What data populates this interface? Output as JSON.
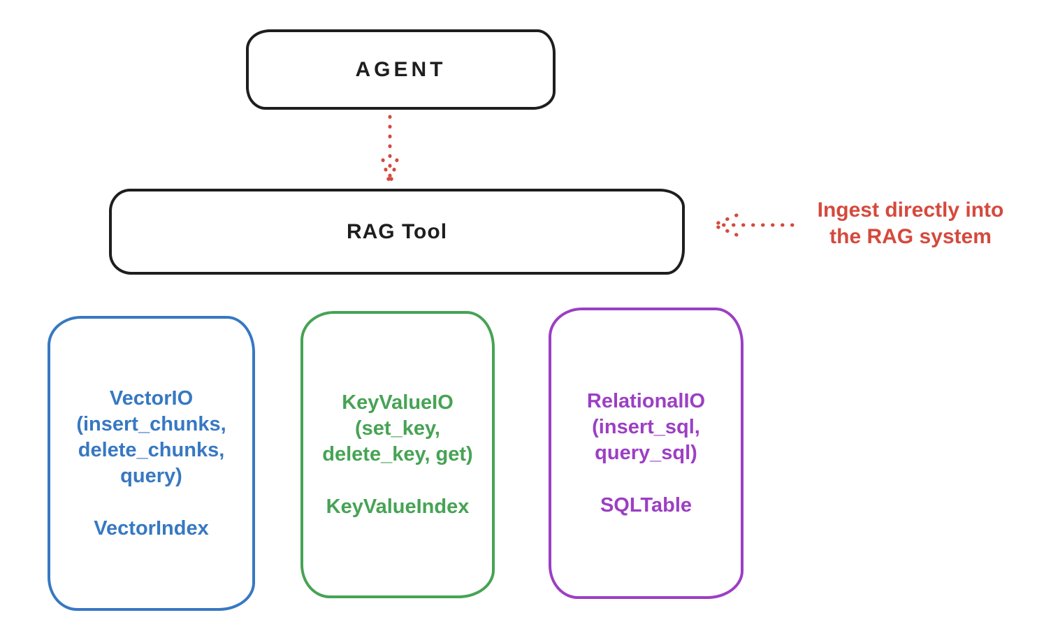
{
  "diagram": {
    "background": "#ffffff",
    "colors": {
      "outline_black": "#1e1e1e",
      "accent_red": "#d5493d",
      "vector_blue": "#3778c2",
      "keyvalue_green": "#46a354",
      "relational_purple": "#9c3fc4"
    },
    "nodes": {
      "agent": {
        "label": "AGENT"
      },
      "rag_tool": {
        "label": "RAG Tool"
      },
      "vector": {
        "lines": [
          "VectorIO",
          "(insert_chunks,",
          "delete_chunks,",
          "query)"
        ],
        "index_label": "VectorIndex"
      },
      "keyvalue": {
        "lines": [
          "KeyValueIO",
          "(set_key,",
          "delete_key, get)"
        ],
        "index_label": "KeyValueIndex"
      },
      "relational": {
        "lines": [
          "RelationalIO",
          "(insert_sql,",
          "query_sql)"
        ],
        "index_label": "SQLTable"
      }
    },
    "annotation": {
      "line1": "Ingest directly into",
      "line2": "the RAG system"
    },
    "arrows": {
      "agent_to_rag": "dotted-arrow-down",
      "annotation_to_rag": "dotted-arrow-left"
    }
  }
}
